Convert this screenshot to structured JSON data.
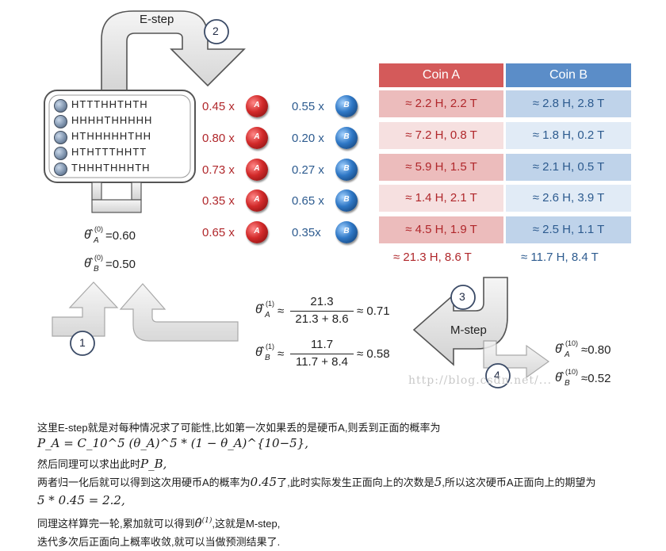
{
  "figure": {
    "estep_label": "E-step",
    "mstep_label": "M-step",
    "step_numbers": [
      "1",
      "2",
      "3",
      "4"
    ],
    "sequences": [
      "HTTTHHTHTH",
      "HHHHTHHHHH",
      "HTHHHHHTHH",
      "HTHTTTHHTT",
      "THHHTHHHTH"
    ],
    "coin_a_glyph": "A",
    "coin_b_glyph": "B",
    "rows": [
      {
        "pa": "0.45 x",
        "pb": "0.55 x",
        "a": "≈ 2.2 H, 2.2 T",
        "b": "≈ 2.8 H, 2.8 T"
      },
      {
        "pa": "0.80 x",
        "pb": "0.20 x",
        "a": "≈ 7.2 H, 0.8 T",
        "b": "≈ 1.8 H, 0.2 T"
      },
      {
        "pa": "0.73 x",
        "pb": "0.27 x",
        "a": "≈ 5.9 H, 1.5 T",
        "b": "≈ 2.1 H, 0.5 T"
      },
      {
        "pa": "0.35 x",
        "pb": "0.65 x",
        "a": "≈ 1.4 H, 2.1 T",
        "b": "≈ 2.6 H, 3.9 T"
      },
      {
        "pa": "0.65 x",
        "pb": "0.35x",
        "a": "≈ 4.5 H, 1.9 T",
        "b": "≈ 2.5 H, 1.1 T"
      }
    ],
    "table_header": {
      "coin_a": "Coin A",
      "coin_b": "Coin B"
    },
    "totals": {
      "a": "≈ 21.3 H, 8.6 T",
      "b": "≈ 11.7 H, 8.4 T"
    },
    "initial": {
      "theta_a_sup": "(0)",
      "theta_a_sub": "A",
      "theta_a_val": "=0.60",
      "theta_b_sup": "(0)",
      "theta_b_sub": "B",
      "theta_b_val": "=0.50"
    },
    "update": {
      "a_sup": "(1)",
      "a_sub": "A",
      "a_num": "21.3",
      "a_den": "21.3 + 8.6",
      "a_val": "≈ 0.71",
      "b_sup": "(1)",
      "b_sub": "B",
      "b_num": "11.7",
      "b_den": "11.7 + 8.4",
      "b_val": "≈ 0.58"
    },
    "final": {
      "a_sup": "(10)",
      "a_sub": "A",
      "a_val": "≈0.80",
      "b_sup": "(10)",
      "b_sub": "B",
      "b_val": "≈0.52"
    },
    "watermark": "http://blog.csdn.net/..."
  },
  "text": {
    "line1": "这里E-step就是对每种情况求了可能性,比如第一次如果丢的是硬币A,则丢到正面的概率为",
    "line2_formula": "P_A = C_10^5 (θ_A)^5 * (1 − θ_A)^{10−5},",
    "line3_pre": "然后同理可以求出此时",
    "line3_formula": "P_B,",
    "line4_pre": "两者归一化后就可以得到这次用硬币A的概率为",
    "line4_val": "0.45",
    "line4_mid": "了,此时实际发生正面向上的次数是",
    "line4_val2": "5",
    "line4_post": ",所以这次硬币A正面向上的期望为",
    "line5_formula": "5 * 0.45 = 2.2,",
    "line6_pre": "同理这样算完一轮,累加就可以得到",
    "line6_formula_sup": "(1)",
    "line6_post": ",这就是M-step,",
    "line7": "迭代多次后正面向上概率收敛,就可以当做预测结果了."
  },
  "colors": {
    "coin_a_header": "#d45a5a",
    "coin_b_header": "#5b8dc8",
    "coin_a_cell_dark": "#ecbcbc",
    "coin_a_cell_light": "#f6e0e0",
    "coin_b_cell_dark": "#bfd3ea",
    "coin_b_cell_light": "#e1ebf6",
    "arrow_fill": "#e4e4e4",
    "arrow_stroke": "#555555"
  }
}
